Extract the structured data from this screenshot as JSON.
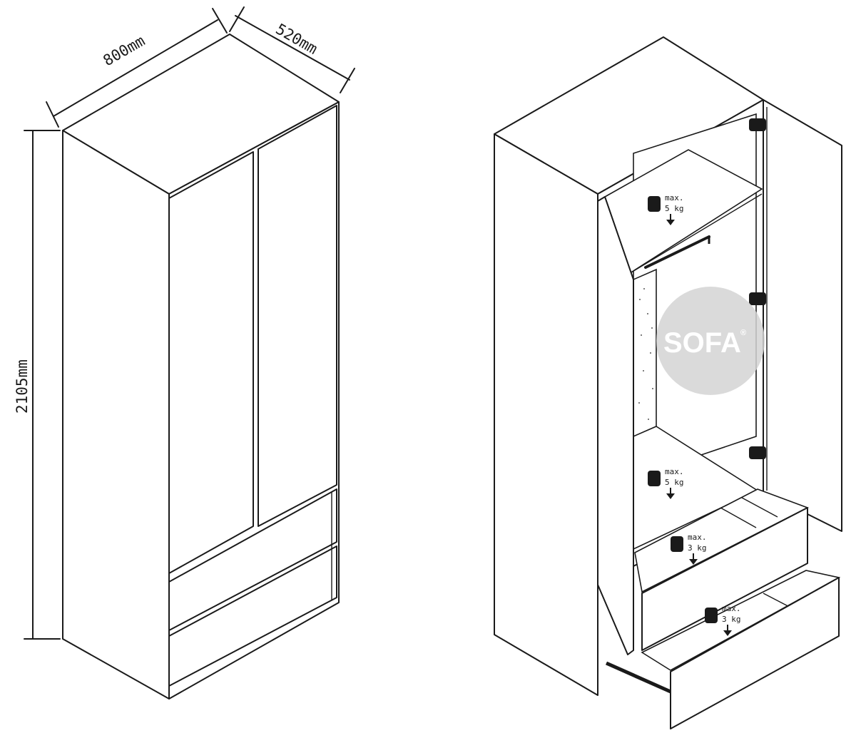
{
  "dimensions": {
    "width": "800mm",
    "depth": "520mm",
    "height": "2105mm"
  },
  "load_labels": [
    {
      "max": "max.",
      "weight": "5 kg"
    },
    {
      "max": "max.",
      "weight": "5 kg"
    },
    {
      "max": "max.",
      "weight": "3 kg"
    },
    {
      "max": "max.",
      "weight": "3 kg"
    }
  ],
  "watermark": {
    "text": "SOFA",
    "mark": "®",
    "color": "#d4d4d4"
  },
  "icons": [
    "weight-icon",
    "down-arrow-icon",
    "hinge-icon",
    "hanging-rail-icon"
  ]
}
